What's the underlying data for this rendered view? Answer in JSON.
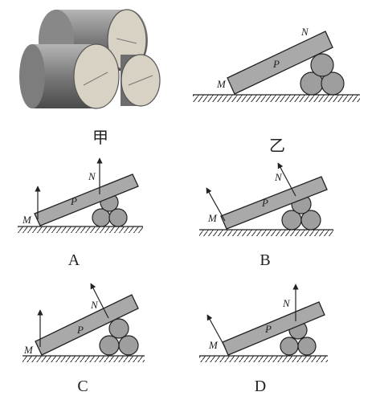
{
  "captions": {
    "jia": "甲",
    "yi": "乙",
    "a": "A",
    "b": "B",
    "c": "C",
    "d": "D"
  },
  "points": {
    "m": "M",
    "n": "N",
    "p": "P"
  },
  "colors": {
    "ink": "#222222",
    "plank": "#a9a9a9",
    "log": "#9e9e9e",
    "wood_end": "#d8d2c4",
    "bark": "#6f6f6f"
  }
}
